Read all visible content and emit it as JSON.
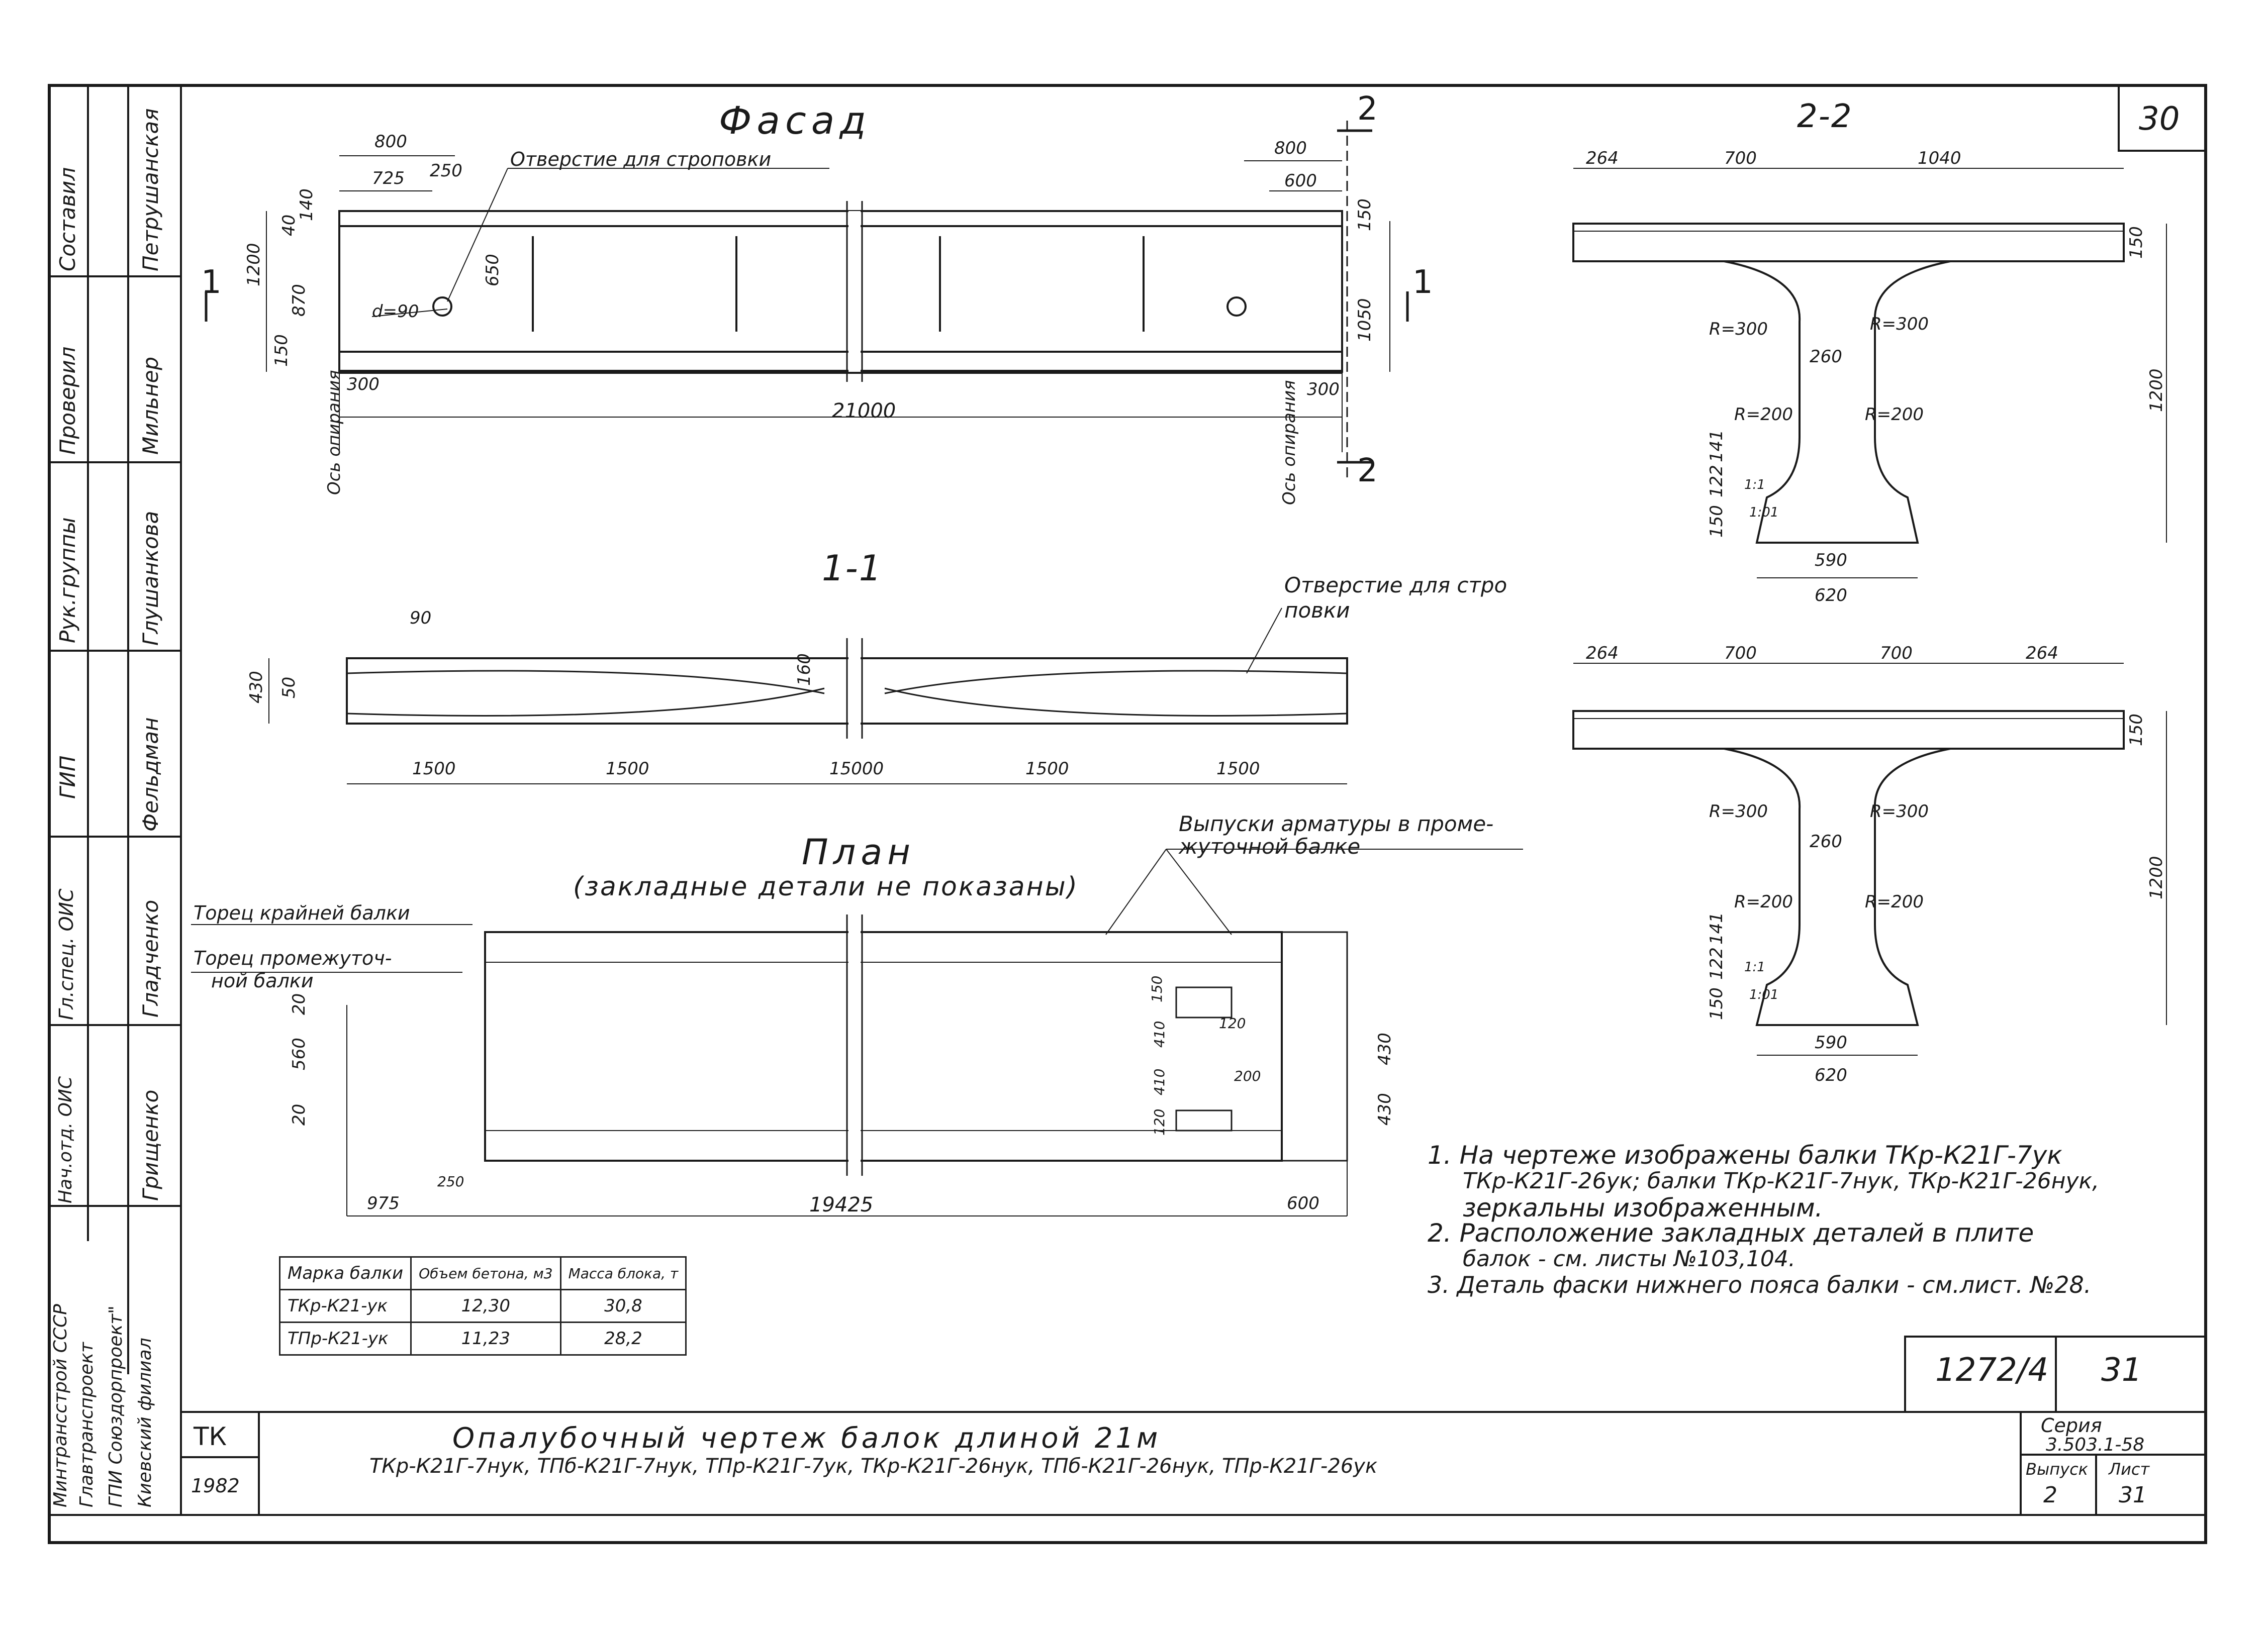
{
  "sheet": {
    "page_number": "30",
    "document_number": "1272/4",
    "page_number_box": "31",
    "series_label": "Серия",
    "series": "3.503.1-58",
    "issue_label": "Выпуск",
    "issue": "2",
    "sheet_label": "Лист",
    "sheet_no": "31",
    "code": "ТК",
    "year": "1982",
    "title_line1": "Опалубочный чертеж балок длиной 21м",
    "title_line2": "ТКр-К21Г-7нук, ТПб-К21Г-7нук, ТПр-К21Г-7ук, ТКр-К21Г-26нук, ТПб-К21Г-26нук, ТПр-К21Г-26ук"
  },
  "organization": {
    "line1": "Минтрансстрой СССР",
    "line2": "Главтранспроект",
    "line3": "ГПИ Союздорпроект\"",
    "line4": "Киевский филиал"
  },
  "signatures": [
    {
      "role": "Составил",
      "name": "Петрушанская"
    },
    {
      "role": "Проверил",
      "name": "Мильнер"
    },
    {
      "role": "Рук.группы",
      "name": "Глушанкова"
    },
    {
      "role": "ГИП",
      "name": "Фельдман"
    },
    {
      "role": "Гл.спец. ОИС",
      "name": "Гладченко"
    },
    {
      "role": "Нач.отд. ОИС",
      "name": "Грищенко"
    }
  ],
  "facade": {
    "title": "Фасад",
    "hole_label": "Отверстие для строповки",
    "section_mark": "2",
    "section_mark_side": "1",
    "support_axis": "Ось опирания",
    "dims": {
      "d800_left": "800",
      "d725": "725",
      "d250": "250",
      "d800_right": "800",
      "d600": "600",
      "d40": "40",
      "d140": "140",
      "d1200": "1200",
      "d870": "870",
      "d150_left": "150",
      "d650": "650",
      "d_hole": "d=90",
      "d150_right": "150",
      "d1050": "1050",
      "d300_left": "300",
      "d300_right": "300",
      "d21000": "21000"
    }
  },
  "section11": {
    "title": "1-1",
    "hole_label_1": "Отверстие для стро",
    "hole_label_2": "повки",
    "dims": {
      "d90": "90",
      "d430": "430",
      "d50": "50",
      "d160": "160",
      "d1500a": "1500",
      "d1500b": "1500",
      "d15000": "15000",
      "d1500c": "1500",
      "d1500d": "1500"
    }
  },
  "plan": {
    "title": "План",
    "subtitle": "(закладные детали не показаны)",
    "rebar_label_1": "Выпуски арматуры в проме-",
    "rebar_label_2": "жуточной балке",
    "end_outer": "Торец крайней балки",
    "end_mid_1": "Торец промежуточ-",
    "end_mid_2": "ной балки",
    "dims": {
      "d20a": "20",
      "d560": "560",
      "d20b": "20",
      "d150": "150",
      "d410a": "410",
      "d410b": "410",
      "d200": "200",
      "d120a": "120",
      "d120b": "120",
      "d430a": "430",
      "d430b": "430",
      "d250": "250",
      "d975": "975",
      "d19425": "19425",
      "d600": "600"
    }
  },
  "section22": {
    "title": "2-2",
    "top": {
      "d264": "264",
      "d700": "700",
      "d1040": "1040",
      "d150": "150",
      "r300a": "R=300",
      "r300b": "R=300",
      "d260": "260",
      "r200a": "R=200",
      "r200b": "R=200",
      "d1200": "1200",
      "d141": "141",
      "d122": "122",
      "d150b": "150",
      "d1x1": "1:1",
      "d1x01": "1:01",
      "d590": "590",
      "d620": "620"
    },
    "bottom": {
      "d264a": "264",
      "d700a": "700",
      "d700b": "700",
      "d264b": "264",
      "d150": "150",
      "r300a": "R=300",
      "r300b": "R=300",
      "d260": "260",
      "r200a": "R=200",
      "r200b": "R=200",
      "d1200": "1200",
      "d141": "141",
      "d122": "122",
      "d150b": "150",
      "d1x1": "1:1",
      "d1x01": "1:01",
      "d590": "590",
      "d620": "620"
    }
  },
  "notes": [
    "1. На чертеже изображены балки ТКр-К21Г-7ук",
    "ТКр-К21Г-26ук; балки ТКр-К21Г-7нук, ТКр-К21Г-26нук,",
    "зеркальны изображенным.",
    "2. Расположение закладных деталей в плите",
    "балок - см. листы №103,104.",
    "3. Деталь фаски нижнего пояса балки - см.лист. №28."
  ],
  "table": {
    "headers": [
      "Марка балки",
      "Объем бетона, м3",
      "Масса блока, т"
    ],
    "rows": [
      [
        "ТКр-К21-ук",
        "12,30",
        "30,8"
      ],
      [
        "ТПр-К21-ук",
        "11,23",
        "28,2"
      ]
    ]
  }
}
